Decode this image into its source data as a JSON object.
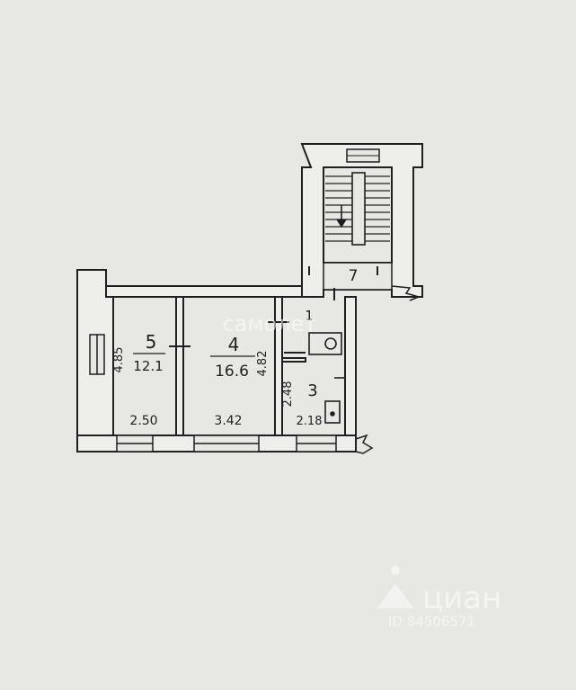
{
  "rooms": [
    {
      "number": "5",
      "area": "12.1",
      "width": "2.50",
      "length": "4.85"
    },
    {
      "number": "4",
      "area": "16.6",
      "width": "3.42",
      "length": "4.82"
    },
    {
      "number": "3",
      "width": "2.18",
      "length": "2.48"
    },
    {
      "number": "1"
    },
    {
      "number": "7"
    }
  ],
  "watermarks": {
    "brand_top": "самолет",
    "brand_bottom": "циан",
    "listing_id": "ID 84506571"
  },
  "colors": {
    "paper": "#e7e7e3",
    "ink": "#1f1f1f",
    "wall_fill": "#eeeeea"
  }
}
